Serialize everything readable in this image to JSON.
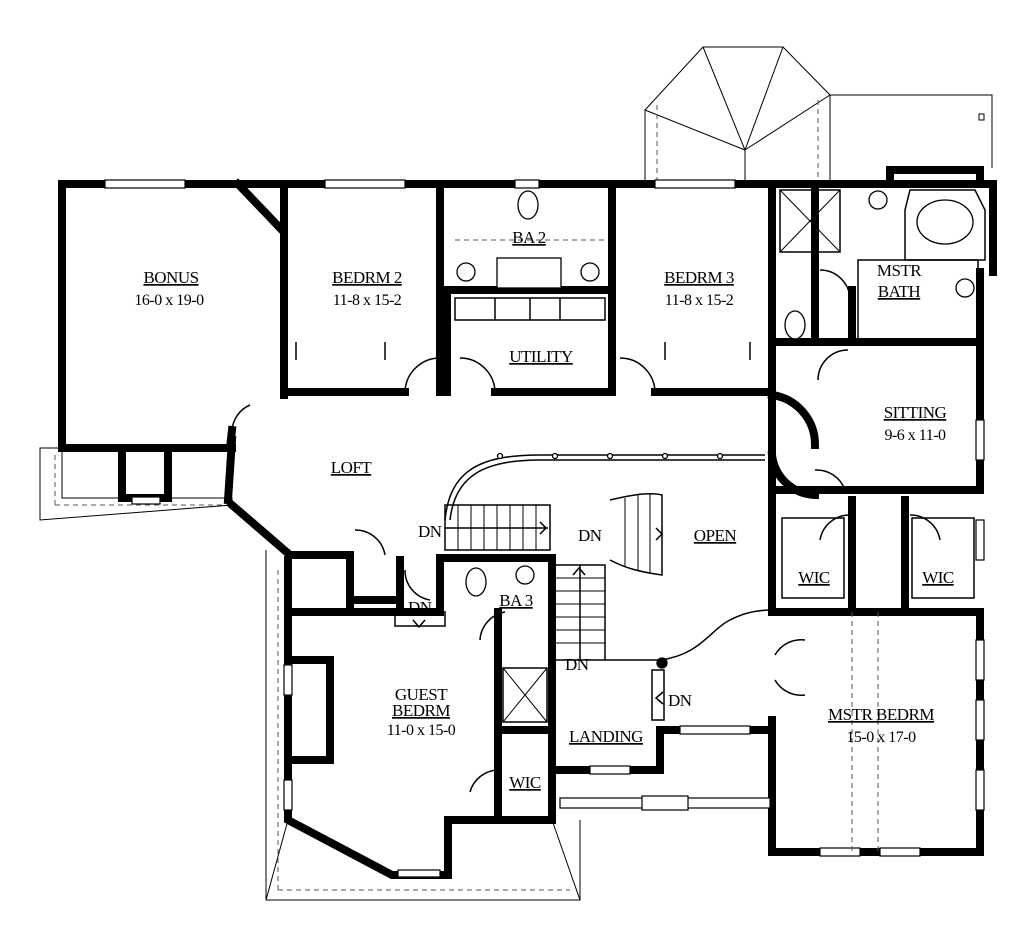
{
  "rooms": {
    "bonus": {
      "name": "BONUS",
      "dims": "16-0 x 19-0"
    },
    "bedrm2": {
      "name": "BEDRM 2",
      "dims": "11-8 x 15-2"
    },
    "ba2": {
      "name": "BA 2"
    },
    "bedrm3": {
      "name": "BEDRM 3",
      "dims": "11-8 x 15-2"
    },
    "mstr_bath": {
      "line1": "MSTR",
      "line2": "BATH"
    },
    "utility": {
      "name": "UTILITY"
    },
    "sitting": {
      "name": "SITTING",
      "dims": "9-6 x 11-0"
    },
    "loft": {
      "name": "LOFT"
    },
    "open": {
      "name": "OPEN"
    },
    "wic_left": {
      "name": "WIC"
    },
    "wic_right": {
      "name": "WIC"
    },
    "ba3": {
      "name": "BA 3"
    },
    "guest": {
      "line1": "GUEST",
      "line2": "BEDRM",
      "dims": "11-0 x 15-0"
    },
    "wic_guest": {
      "name": "WIC"
    },
    "landing": {
      "name": "LANDING"
    },
    "mstr_bedrm": {
      "name": "MSTR BEDRM",
      "dims": "15-0 x 17-0"
    }
  },
  "stairs": {
    "dn_upper_left": "DN",
    "dn_upper_right": "DN",
    "dn_guest": "DN",
    "dn_lower_stair": "DN",
    "dn_landing": "DN"
  }
}
